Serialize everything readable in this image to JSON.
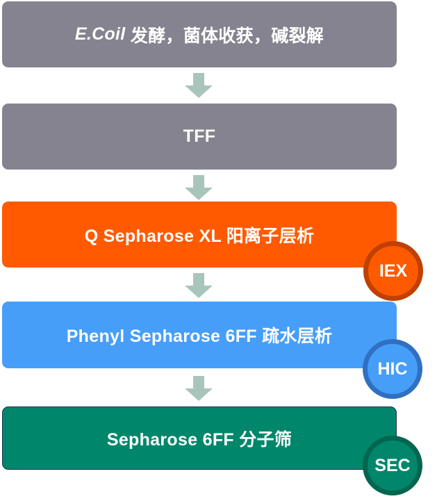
{
  "diagram": {
    "type": "process-flow",
    "steps": [
      {
        "prefix": "E.Coil",
        "label": " 发酵，菌体收获，碱裂解",
        "color": "#85838f"
      },
      {
        "prefix": "",
        "label": "TFF",
        "color": "#85838f"
      },
      {
        "prefix": "",
        "label": "Q Sepharose XL 阳离子层析",
        "color": "#ff5a00"
      },
      {
        "prefix": "",
        "label": "Phenyl Sepharose 6FF 疏水层析",
        "color": "#469ef9"
      },
      {
        "prefix": "",
        "label": "Sepharose 6FF 分子筛",
        "color": "#00876b"
      }
    ],
    "badges": [
      {
        "label": "IEX",
        "fill": "#ff5a00",
        "border": "#c04000",
        "step": 3
      },
      {
        "label": "HIC",
        "fill": "#469ef9",
        "border": "#3070c0",
        "step": 4
      },
      {
        "label": "SEC",
        "fill": "#00876b",
        "border": "#006650",
        "step": 5
      }
    ],
    "arrow_color": "#a8c5bb",
    "arrow_icon": "down-arrow-icon"
  }
}
